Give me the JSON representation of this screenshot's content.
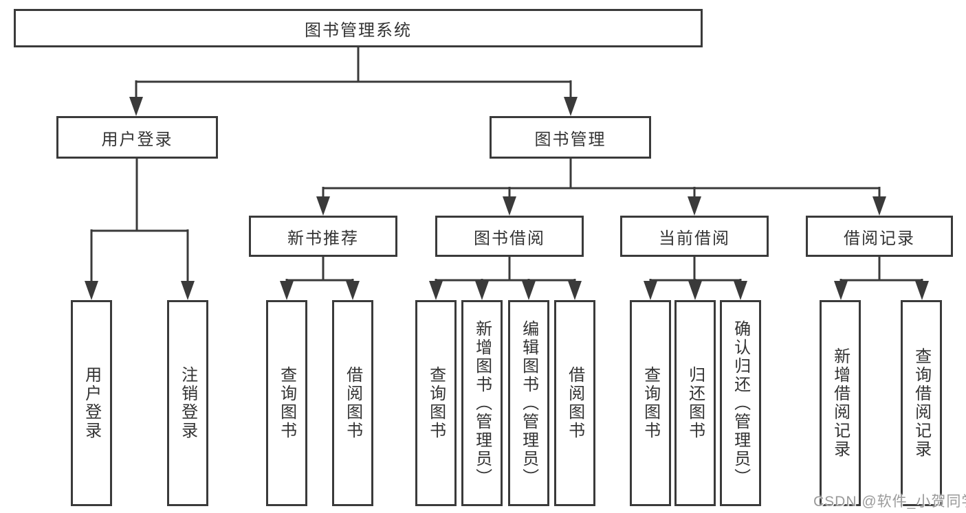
{
  "diagram": {
    "type": "hierarchy-tree",
    "colors": {
      "line": "#3a3a3a",
      "box_border": "#3a3a3a",
      "box_fill": "#ffffff",
      "text": "#333333",
      "background": "#ffffff",
      "watermark": "#9a9a9a"
    },
    "root": {
      "label": "图书管理系统"
    },
    "branches": [
      {
        "label": "用户登录",
        "children": [
          {
            "label": "用户登录"
          },
          {
            "label": "注销登录"
          }
        ]
      },
      {
        "label": "图书管理",
        "children": [
          {
            "label": "新书推荐",
            "children": [
              {
                "label": "查询图书"
              },
              {
                "label": "借阅图书"
              }
            ]
          },
          {
            "label": "图书借阅",
            "children": [
              {
                "label": "查询图书"
              },
              {
                "label": "新增图书（管理员）"
              },
              {
                "label": "编辑图书（管理员）"
              },
              {
                "label": "借阅图书"
              }
            ]
          },
          {
            "label": "当前借阅",
            "children": [
              {
                "label": "查询图书"
              },
              {
                "label": "归还图书"
              },
              {
                "label": "确认归还（管理员）"
              }
            ]
          },
          {
            "label": "借阅记录",
            "children": [
              {
                "label": "新增借阅记录"
              },
              {
                "label": "查询借阅记录"
              }
            ]
          }
        ]
      }
    ]
  },
  "watermark": {
    "text": "CSDN @软件_小贺同学"
  }
}
